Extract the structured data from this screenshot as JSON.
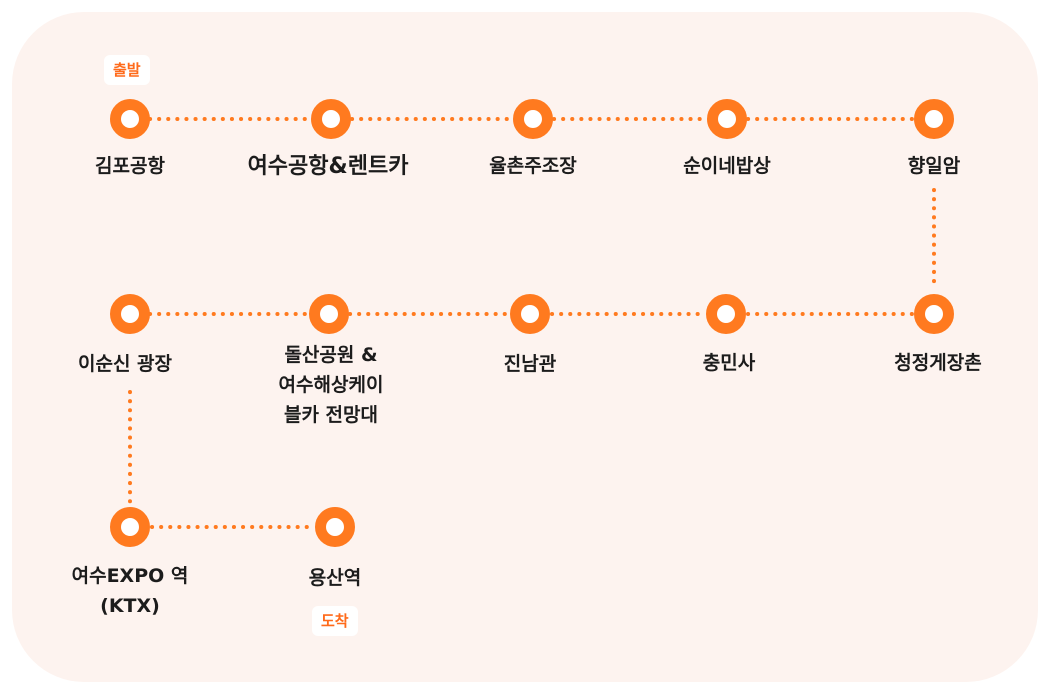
{
  "colors": {
    "accent": "#ff7a1f",
    "panel": "#fdf3ef",
    "text": "#1c1c1c"
  },
  "badges": {
    "start": "출발",
    "end": "도착"
  },
  "stops": [
    {
      "name": "김포공항"
    },
    {
      "name": "여수공항&렌트카"
    },
    {
      "name": "율촌주조장"
    },
    {
      "name": "순이네밥상"
    },
    {
      "name": "향일암"
    },
    {
      "name": "청정게장촌"
    },
    {
      "name": "충민사"
    },
    {
      "name": "진남관"
    },
    {
      "name": "돌산공원 &\n여수해상케이\n블카 전망대"
    },
    {
      "name": "이순신 광장"
    },
    {
      "name": "여수EXPO 역\n(KTX)"
    },
    {
      "name": "용산역"
    }
  ]
}
